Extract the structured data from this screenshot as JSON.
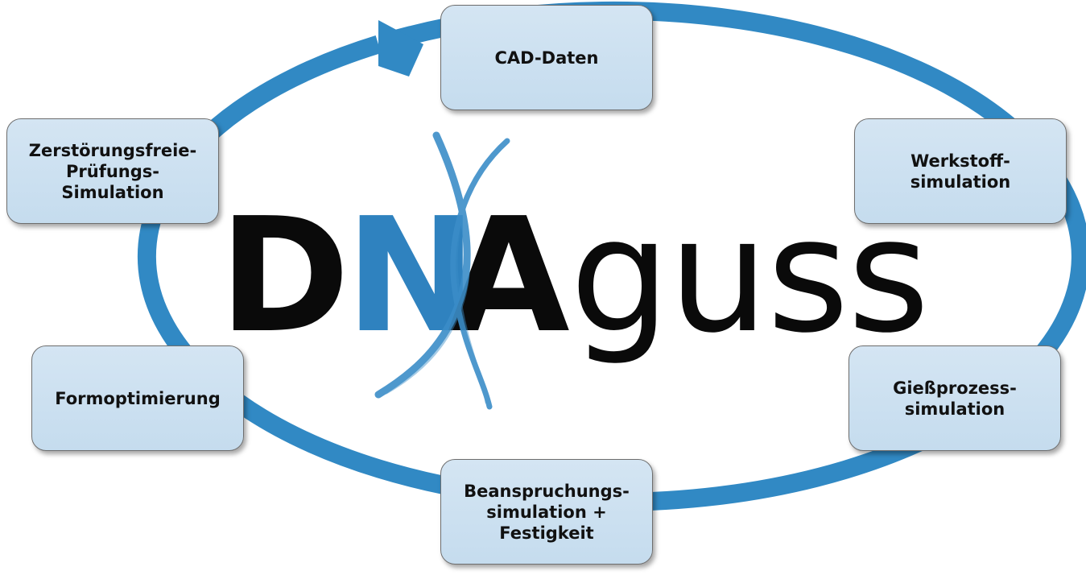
{
  "colors": {
    "ring": "#3189c4",
    "node_fill": "#cfe2f1",
    "node_border": "#6e6e6e",
    "logo_dark": "#0a0a0a",
    "logo_blue": "#2f82bf",
    "helix": "#3b8dc8"
  },
  "logo": {
    "d": "D",
    "n": "N",
    "a": "A",
    "guss": "guss"
  },
  "nodes": [
    {
      "id": "cad",
      "label": "CAD-Daten"
    },
    {
      "id": "werkstoff",
      "label": "Werkstoff-\nsimulation"
    },
    {
      "id": "giess",
      "label": "Gießprozess-\nsimulation"
    },
    {
      "id": "beanspruchung",
      "label": "Beanspruchungs-\nsimulation +\nFestigkeit"
    },
    {
      "id": "form",
      "label": "Formoptimierung"
    },
    {
      "id": "zfp",
      "label": "Zerstörungsfreie-\nPrüfungs-\nSimulation"
    }
  ],
  "icons": {
    "cycle_arrow": "arrow-head-icon",
    "dna": "dna-helix-icon"
  }
}
